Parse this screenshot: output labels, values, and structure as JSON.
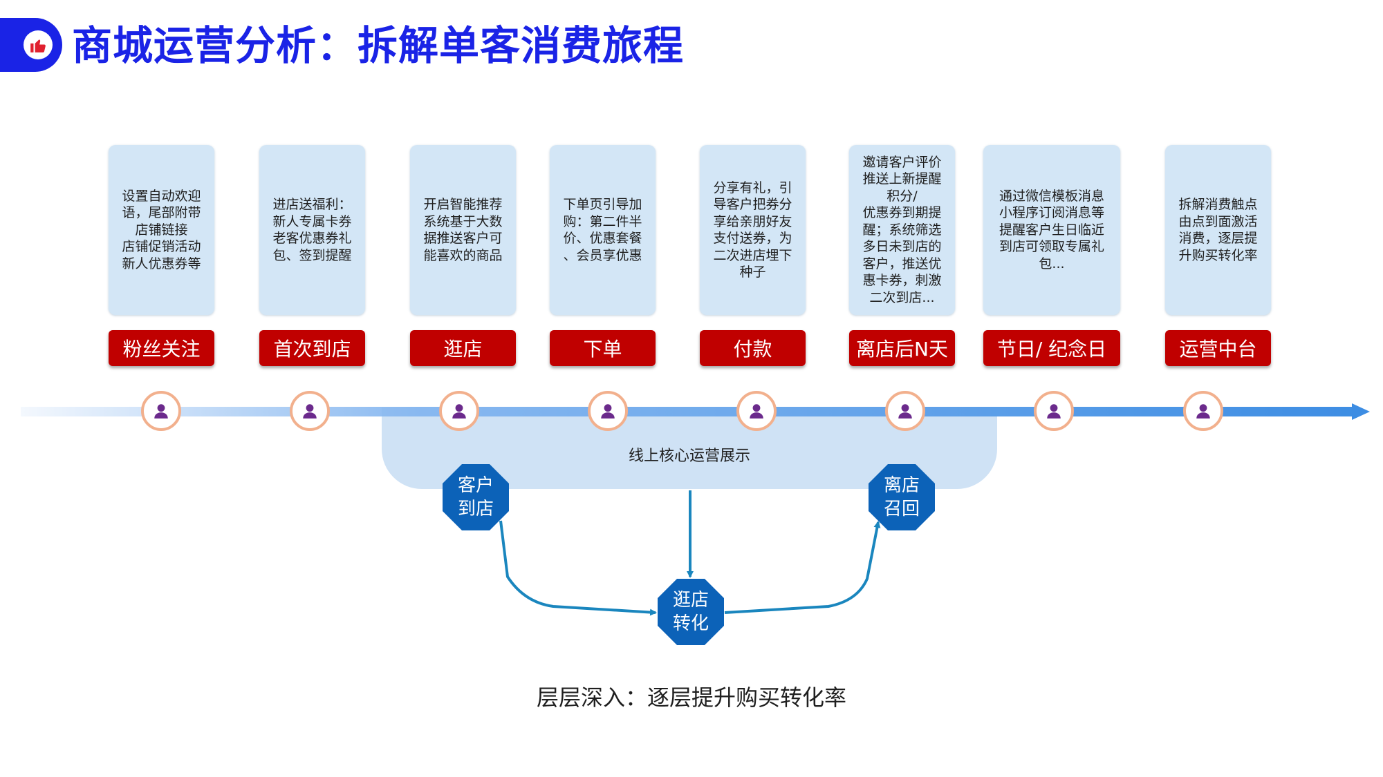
{
  "header": {
    "title": "商城运营分析：拆解单客消费旅程",
    "logo_icon": "thumbs-up-icon",
    "accent_color": "#1a23e6"
  },
  "stages": [
    {
      "label": "粉丝关注",
      "desc": "设置自动欢迎\n语，尾部附带\n店铺链接\n店铺促销活动\n新人优惠券等"
    },
    {
      "label": "首次到店",
      "desc": "进店送福利：\n新人专属卡券\n老客优惠券礼\n包、签到提醒"
    },
    {
      "label": "逛店",
      "desc": "开启智能推荐\n系统基于大数\n据推送客户可\n能喜欢的商品"
    },
    {
      "label": "下单",
      "desc": "下单页引导加\n购：第二件半\n价、优惠套餐\n、会员享优惠"
    },
    {
      "label": "付款",
      "desc": "分享有礼，引\n导客户把券分\n享给亲朋好友\n支付送券，为\n二次进店埋下\n种子"
    },
    {
      "label": "离店后N天",
      "desc": "邀请客户评价\n推送上新提醒\n积分/\n优惠券到期提\n醒；系统筛选\n多日未到店的\n客户，推送优\n惠卡券，刺激\n二次到店..."
    },
    {
      "label": "节日/ 纪念日",
      "desc": "通过微信模板消息\n小程序订阅消息等\n提醒客户生日临近\n到店可领取专属礼\n包..."
    },
    {
      "label": "运营中台",
      "desc": "拆解消费触点\n由点到面激活\n消费，逐层提\n升购买转化率"
    }
  ],
  "timeline": {
    "node_icon": "user-icon",
    "bar_color": "#3d8de3"
  },
  "core": {
    "label": "线上核心运营展示",
    "nodes": {
      "arrive": "客户\n到店",
      "browse": "逛店\n转化",
      "recall": "离店\n召回"
    },
    "node_color": "#0c62b8",
    "flow_color": "#1a86be"
  },
  "caption": "层层深入：逐层提升购买转化率"
}
